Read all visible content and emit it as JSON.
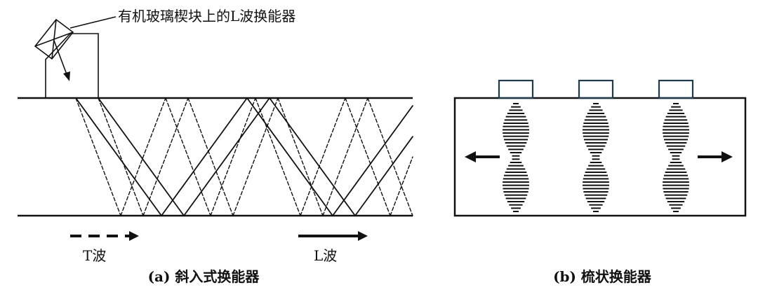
{
  "panel_a": {
    "transducer_label": "有机玻璃楔块上的L波换能器",
    "t_wave_label": "T波",
    "l_wave_label": "L波",
    "caption": "(a) 斜入式换能器"
  },
  "panel_b": {
    "caption": "(b) 梳状换能器",
    "transducer_count": 3
  }
}
